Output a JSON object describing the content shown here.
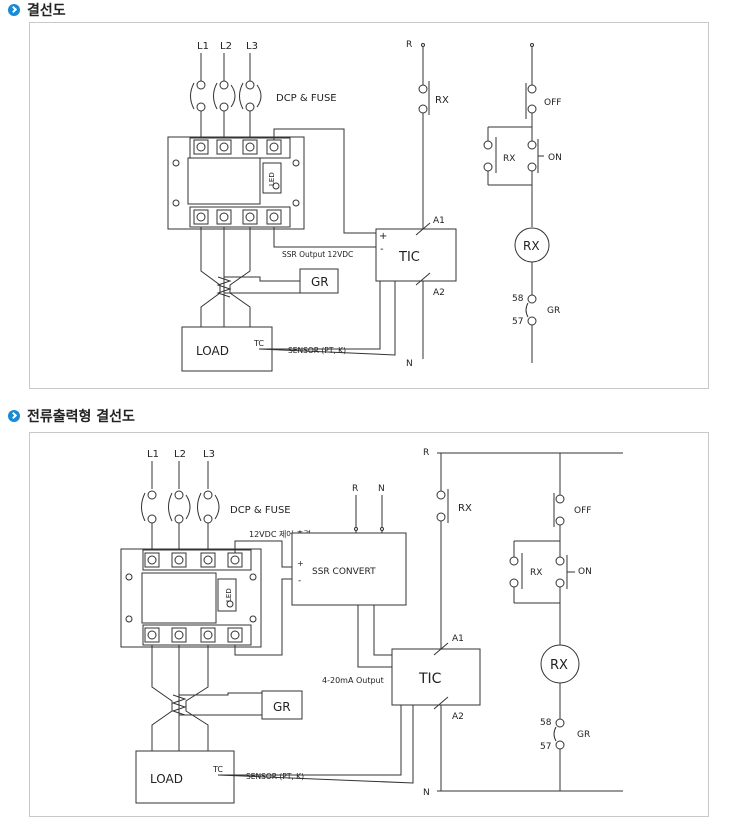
{
  "section1": {
    "title": "결선도",
    "diagram": {
      "phases": [
        "L1",
        "L2",
        "L3"
      ],
      "dcp_fuse": "DCP & FUSE",
      "r": "R",
      "n": "N",
      "rx_contact": "RX",
      "off": "OFF",
      "on": "ON",
      "rx_coil": "RX",
      "a1": "A1",
      "a2": "A2",
      "tic": "TIC",
      "plus": "+",
      "minus": "-",
      "ssr_output": "SSR Output 12VDC",
      "gr": "GR",
      "load": "LOAD",
      "tc": "TC",
      "sensor": "SENSOR  (PT, K)",
      "t58": "58",
      "t57": "57",
      "led": "LED"
    }
  },
  "section2": {
    "title": "전류출력형 결선도",
    "diagram": {
      "phases": [
        "L1",
        "L2",
        "L3"
      ],
      "dcp_fuse": "DCP & FUSE",
      "vdc_ctrl": "12VDC 제어 출력",
      "plus": "+",
      "minus": "-",
      "ssr_convert": "SSR CONVERT",
      "r": "R",
      "n": "N",
      "conv_r": "R",
      "conv_n": "N",
      "rx_contact": "RX",
      "off": "OFF",
      "on": "ON",
      "rx_coil": "RX",
      "a1": "A1",
      "a2": "A2",
      "tic": "TIC",
      "ma_output": "4-20mA Output",
      "gr": "GR",
      "load": "LOAD",
      "tc": "TC",
      "sensor": "SENSOR  (PT, K)",
      "t58": "58",
      "t57": "57",
      "led": "LED"
    }
  }
}
